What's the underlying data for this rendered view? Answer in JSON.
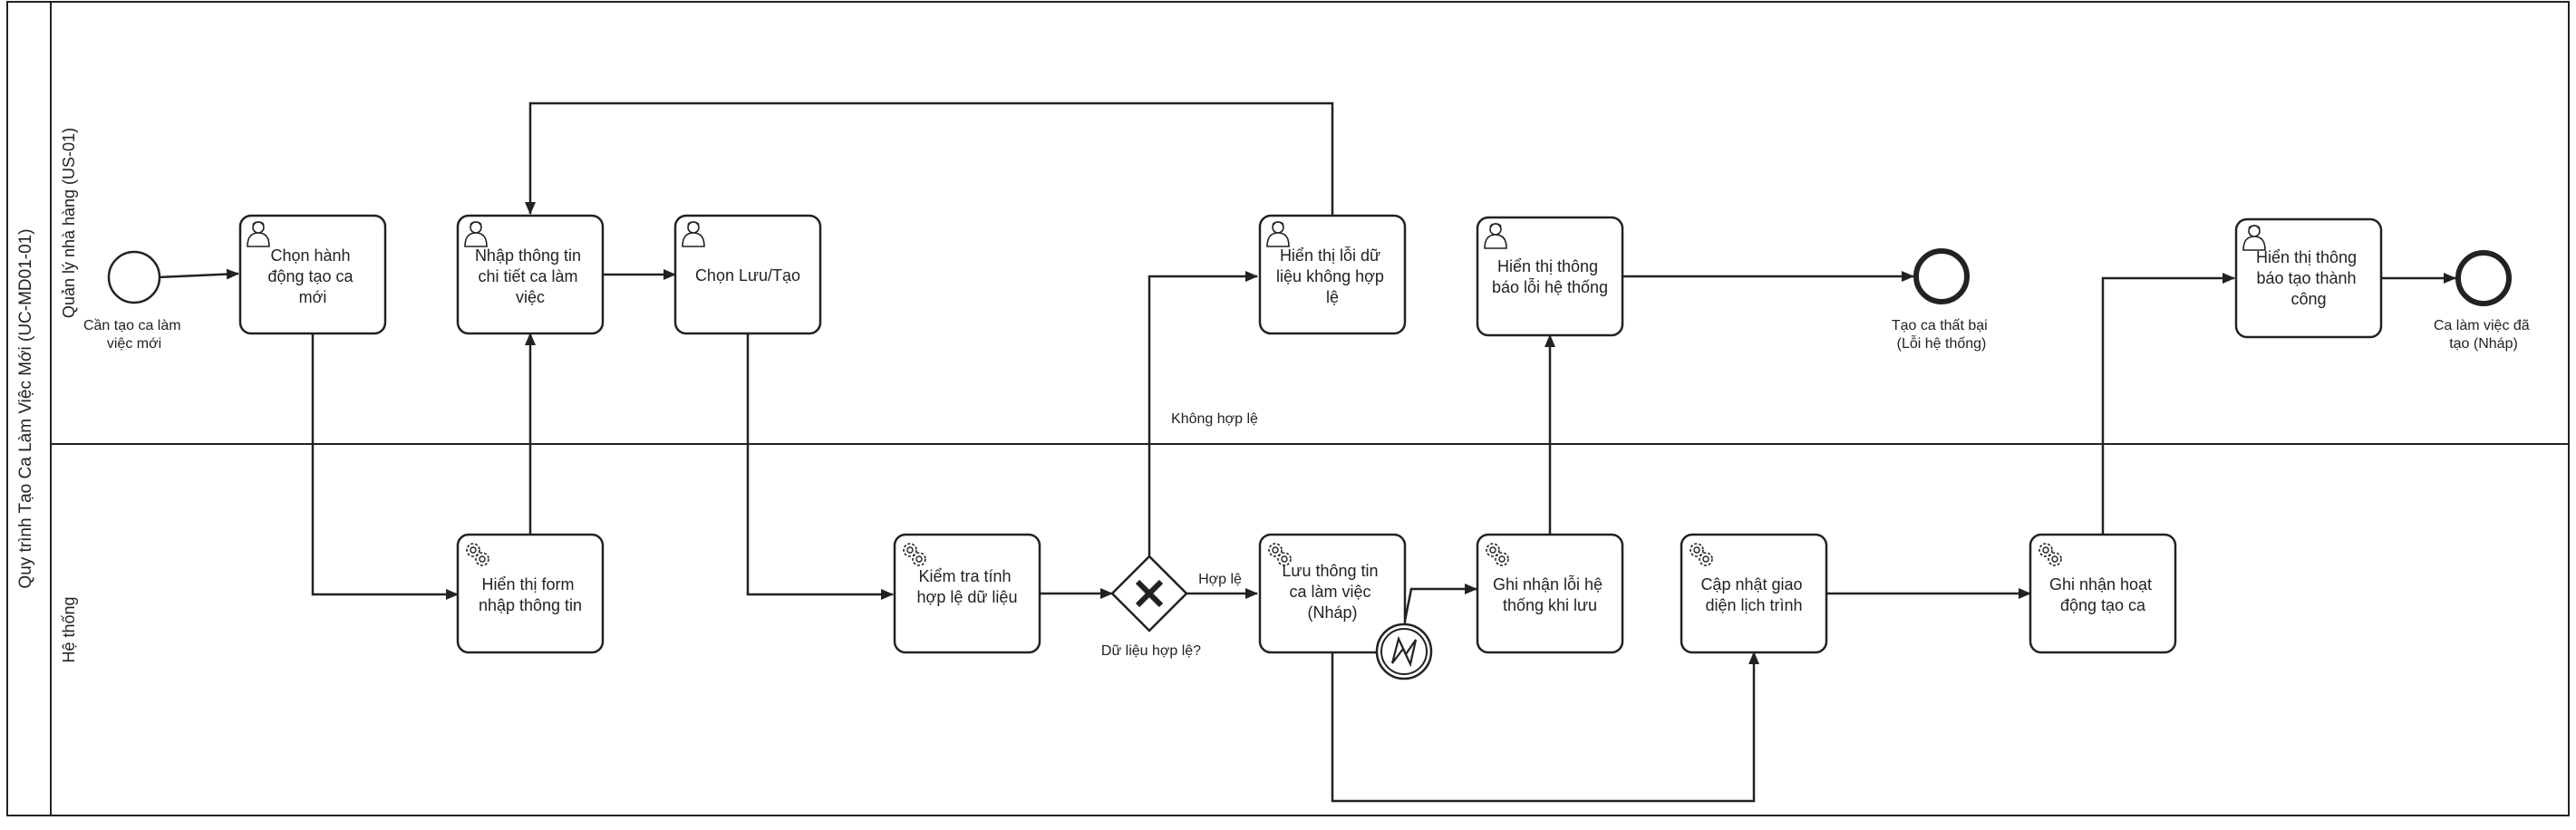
{
  "pool": {
    "title": "Quy trình Tạo Ca Làm Việc Mới (UC-MD01-01)"
  },
  "lanes": {
    "manager": "Quản lý nhà hàng (US-01)",
    "system": "Hệ thống"
  },
  "tasks": {
    "choose_create": [
      "Chọn hành",
      "động tạo ca",
      "mới"
    ],
    "enter_details": [
      "Nhập thông tin",
      "chi tiết ca làm",
      "việc"
    ],
    "choose_save": [
      "Chọn Lưu/Tạo"
    ],
    "show_invalid": [
      "Hiển thị lỗi dữ",
      "liệu không hợp",
      "lệ"
    ],
    "show_sys_error": [
      "Hiển thị thông",
      "báo lỗi hệ thống"
    ],
    "show_success": [
      "Hiển thị thông",
      "báo tạo thành",
      "công"
    ],
    "show_form": [
      "Hiển thị form",
      "nhập thông tin"
    ],
    "validate": [
      "Kiểm tra tính",
      "hợp lệ dữ liệu"
    ],
    "save_draft": [
      "Lưu thông tin",
      "ca làm việc",
      "(Nháp)"
    ],
    "log_error": [
      "Ghi nhận lỗi hệ",
      "thống khi lưu"
    ],
    "update_ui": [
      "Cập nhật giao",
      "diện lịch trình"
    ],
    "log_activity": [
      "Ghi nhận hoạt",
      "động tạo ca"
    ]
  },
  "events": {
    "start": [
      "Cần tạo ca làm",
      "việc mới"
    ],
    "end_fail": [
      "Tạo ca thất bại",
      "(Lỗi hệ thống)"
    ],
    "end_success": [
      "Ca làm việc đã",
      "tạo (Nháp)"
    ]
  },
  "gateway": {
    "label": "Dữ liệu hợp lệ?",
    "flow_valid": "Hợp lệ",
    "flow_invalid": "Không hợp lệ"
  },
  "colors": {
    "stroke": "#222222",
    "fill": "#ffffff",
    "text": "#222222"
  },
  "icons": {
    "user_task": "user-icon",
    "service_task": "gear-icon",
    "error_event": "lightning-icon",
    "gateway": "exclusive-x-icon"
  }
}
